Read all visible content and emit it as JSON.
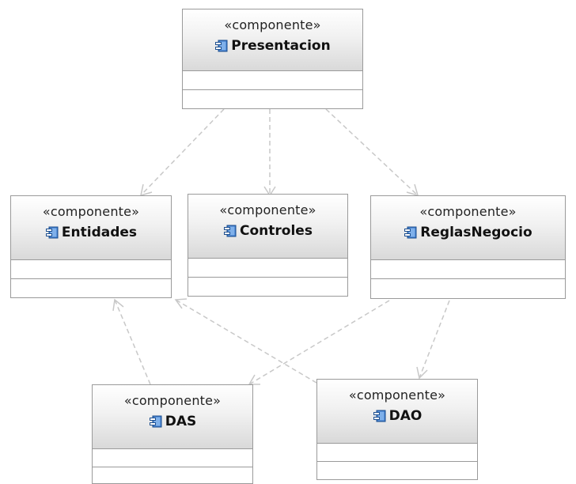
{
  "components": [
    {
      "id": "presentacion",
      "stereotype": "«componente»",
      "name": "Presentacion",
      "icon": "component-icon"
    },
    {
      "id": "entidades",
      "stereotype": "«componente»",
      "name": "Entidades",
      "icon": "component-icon"
    },
    {
      "id": "controles",
      "stereotype": "«componente»",
      "name": "Controles",
      "icon": "component-icon"
    },
    {
      "id": "reglasnegocio",
      "stereotype": "«componente»",
      "name": "ReglasNegocio",
      "icon": "component-icon"
    },
    {
      "id": "das",
      "stereotype": "«componente»",
      "name": "DAS",
      "icon": "component-icon"
    },
    {
      "id": "dao",
      "stereotype": "«componente»",
      "name": "DAO",
      "icon": "component-icon"
    }
  ],
  "dependencies": [
    {
      "from": "presentacion",
      "to": "entidades"
    },
    {
      "from": "presentacion",
      "to": "controles"
    },
    {
      "from": "presentacion",
      "to": "reglasnegocio"
    },
    {
      "from": "das",
      "to": "entidades"
    },
    {
      "from": "dao",
      "to": "entidades"
    },
    {
      "from": "reglasnegocio",
      "to": "das"
    },
    {
      "from": "reglasnegocio",
      "to": "dao"
    }
  ],
  "colors": {
    "border": "#9a9a9a",
    "dependency_line": "#c8c8c8",
    "icon_fill": "#3b79c9"
  }
}
